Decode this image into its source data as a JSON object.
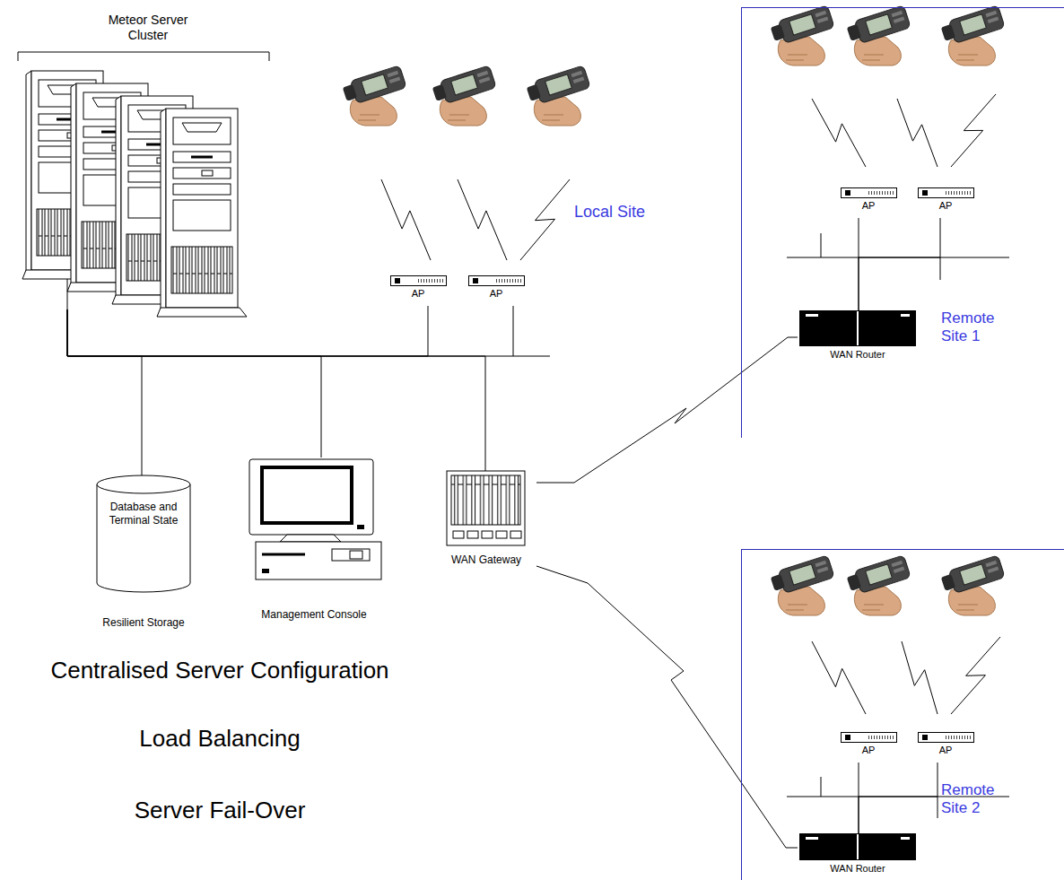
{
  "diagram": {
    "nodes": [
      {
        "text": [
          "Meteor Server Cluster"
        ]
      },
      {
        "text": [
          "AP"
        ]
      },
      {
        "text": [
          "AP"
        ]
      },
      {
        "text": [
          "Remote Site 1"
        ]
      },
      {
        "text": [
          "AP"
        ],
        "in": 3
      },
      {
        "text": [
          "AP"
        ],
        "in": 3
      },
      {
        "text": [
          "WAN Router"
        ],
        "in": 3
      },
      {
        "text": [
          "Database and Terminal State",
          "Resilient Storage"
        ]
      },
      {
        "text": [
          "Management Console"
        ]
      },
      {
        "text": [
          "WAN Gateway"
        ]
      },
      {
        "text": [
          "Remote Site 2"
        ]
      },
      {
        "text": [
          "AP"
        ],
        "in": 10
      },
      {
        "text": [
          "AP"
        ],
        "in": 10
      },
      {
        "text": [
          "WAN Router"
        ],
        "in": 10
      }
    ],
    "edges": [
      {
        "from": 0,
        "to": 7,
        "arrow": "none"
      },
      {
        "from": 0,
        "to": 8,
        "arrow": "none"
      },
      {
        "from": 0,
        "to": 1,
        "arrow": "none"
      },
      {
        "from": 0,
        "to": 2,
        "arrow": "none"
      },
      {
        "from": 0,
        "to": 9,
        "arrow": "none"
      },
      {
        "from": 9,
        "to": 6,
        "arrow": "none"
      },
      {
        "from": 9,
        "to": 13,
        "arrow": "none"
      },
      {
        "from": 6,
        "to": 4,
        "arrow": "none"
      },
      {
        "from": 6,
        "to": 5,
        "arrow": "none"
      },
      {
        "from": 13,
        "to": 11,
        "arrow": "none"
      },
      {
        "from": 13,
        "to": 12,
        "arrow": "none"
      }
    ],
    "labels": [
      "Local Site",
      "Centralised Server Configuration",
      "Load Balancing",
      "Server Fail-Over"
    ]
  }
}
